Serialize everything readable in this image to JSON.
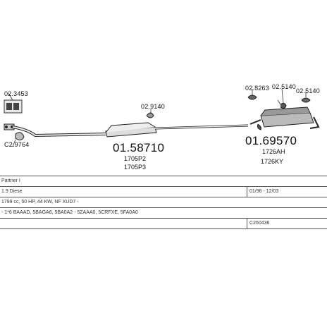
{
  "parts": {
    "p1": "02.3453",
    "p2": "C2.9764",
    "p3": "02.9140",
    "p4": "02.8263",
    "p5": "02.5140",
    "p6": "02.5140",
    "main_left": "01.58710",
    "main_right": "01.69570",
    "ref_l1": "1705P2",
    "ref_l2": "1705P3",
    "ref_r1": "1726AH",
    "ref_r2": "1726KY"
  },
  "table": {
    "model": "Partner I",
    "engine": "1.9 Diese",
    "years": "01/96 - 12/03",
    "specs": "1799 cc, 50 HP, 44 KW, NF XUD7 -",
    "codes": "- 1*6 BAAAD, 5BAGA6, 5BA0A2 - 5ZAAA0, 5CRFXE, 5FA0A0",
    "catalog": "C260436"
  }
}
